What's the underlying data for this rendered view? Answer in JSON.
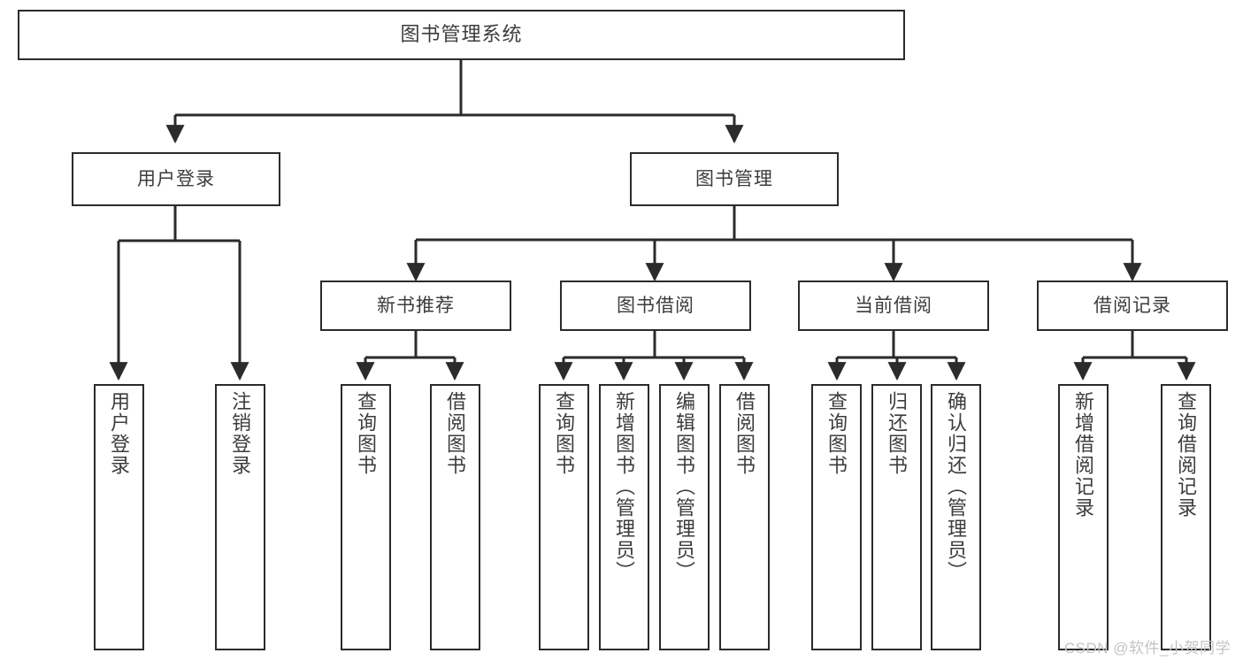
{
  "diagram": {
    "title": "图书管理系统",
    "type": "tree",
    "watermark": "CSDN @软件_小贺同学",
    "line_color": "#2b2b2b",
    "box_fill": "#ffffff",
    "text_color": "#3c3c3c",
    "levels": {
      "root": [
        "图书管理系统"
      ],
      "level2": [
        "用户登录",
        "图书管理"
      ],
      "level3": [
        "新书推荐",
        "图书借阅",
        "当前借阅",
        "借阅记录"
      ],
      "leaves": [
        "用户登录",
        "注销登录",
        "查询图书",
        "借阅图书",
        "查询图书",
        "新增图书（管理员）",
        "编辑图书（管理员）",
        "借阅图书",
        "查询图书",
        "归还图书",
        "确认归还（管理员）",
        "新增借阅记录",
        "查询借阅记录"
      ]
    },
    "nodes": {
      "root": {
        "label": "图书管理系统"
      },
      "user_login": {
        "label": "用户登录"
      },
      "book_manage": {
        "label": "图书管理"
      },
      "new_book_rec": {
        "label": "新书推荐"
      },
      "book_borrow": {
        "label": "图书借阅"
      },
      "current_borrow": {
        "label": "当前借阅"
      },
      "borrow_record": {
        "label": "借阅记录"
      },
      "leaf_user_login": {
        "label": "用户登录"
      },
      "leaf_logout": {
        "label": "注销登录"
      },
      "leaf_query_book_1": {
        "label": "查询图书"
      },
      "leaf_borrow_book_1": {
        "label": "借阅图书"
      },
      "leaf_query_book_2": {
        "label": "查询图书"
      },
      "leaf_add_book": {
        "label": "新增图书（管理员）"
      },
      "leaf_edit_book": {
        "label": "编辑图书（管理员）"
      },
      "leaf_borrow_book_2": {
        "label": "借阅图书"
      },
      "leaf_query_book_3": {
        "label": "查询图书"
      },
      "leaf_return_book": {
        "label": "归还图书"
      },
      "leaf_confirm_return": {
        "label": "确认归还（管理员）"
      },
      "leaf_add_record": {
        "label": "新增借阅记录"
      },
      "leaf_query_record": {
        "label": "查询借阅记录"
      }
    }
  }
}
